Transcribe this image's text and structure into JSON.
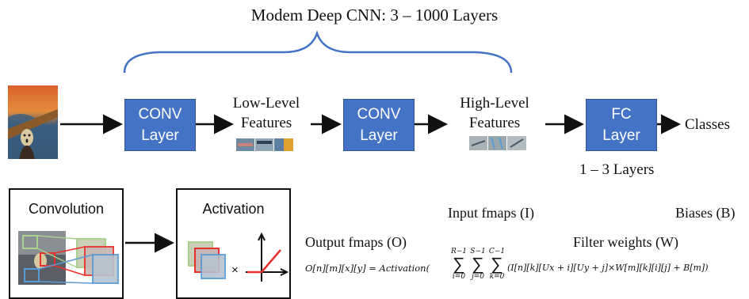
{
  "title": "Modem Deep CNN: 3 – 1000 Layers",
  "layers": {
    "conv1": [
      "CONV",
      "Layer"
    ],
    "conv2": [
      "CONV",
      "Layer"
    ],
    "fc": [
      "FC",
      "Layer"
    ]
  },
  "features": {
    "low": [
      "Low-Level",
      "Features"
    ],
    "high": [
      "High-Level",
      "Features"
    ]
  },
  "classes_label": "Classes",
  "fc_layers_label": "1 – 3 Layers",
  "panels": {
    "convolution": "Convolution",
    "activation": "Activation"
  },
  "formula_labels": {
    "input_fmaps": "Input fmaps (I)",
    "biases": "Biases (B)",
    "output_fmaps": "Output fmaps (O)",
    "filter_weights": "Filter weights (W)"
  },
  "equation": {
    "lhs": "O[n][m][x][y] = Activation(",
    "sums": [
      {
        "upper": "R−1",
        "lower": "i=0"
      },
      {
        "upper": "S−1",
        "lower": "j=0"
      },
      {
        "upper": "C−1",
        "lower": "k=0"
      }
    ],
    "body": "(I[n][k][Ux + i][Uy + j]×W[m][k][i][j] + B[m])"
  },
  "multiply_symbol": "×",
  "colors": {
    "layer_fill": "#4472c4",
    "brace": "#4472c4",
    "filter_red": "#e8302a",
    "filter_blue": "#5b9bd5",
    "filter_green": "#a9d18e"
  }
}
